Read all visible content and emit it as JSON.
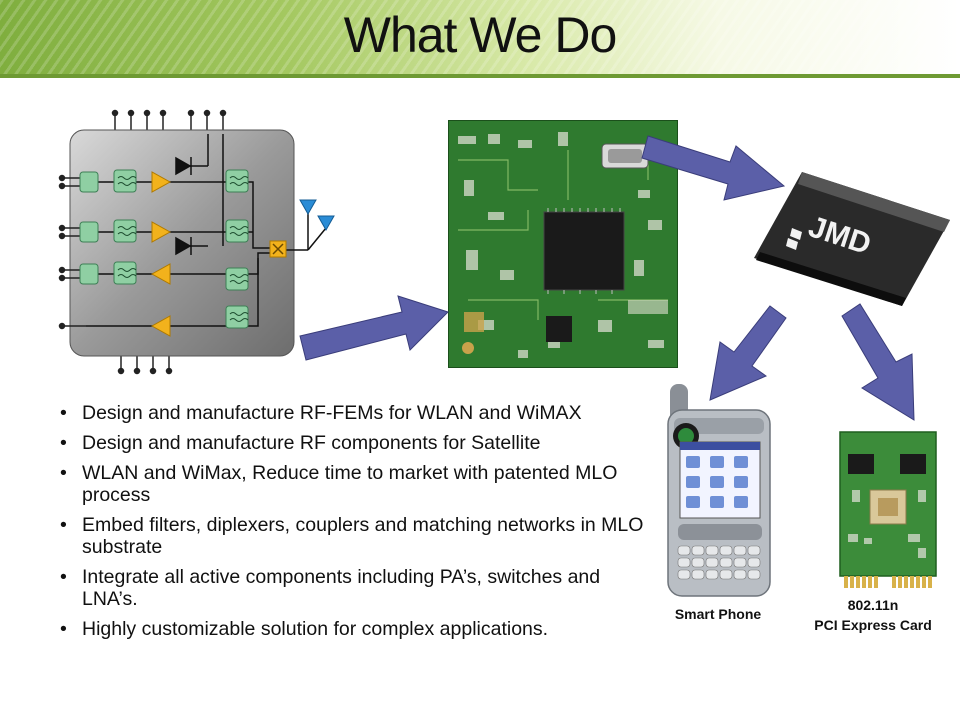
{
  "slide": {
    "title": "What We Do",
    "bullets": [
      "Design and manufacture RF-FEMs for WLAN and WiMAX",
      "Design and manufacture RF components for Satellite",
      "WLAN and WiMax, Reduce time to market with patented MLO process",
      "Embed filters, diplexers, couplers and matching networks in MLO substrate",
      "Integrate all active components including PA’s, switches and LNA’s.",
      "Highly customizable solution for complex applications."
    ]
  },
  "images": {
    "chip_logo": "JMD",
    "phone_caption": "Smart Phone",
    "card_caption_line1": "802.11n",
    "card_caption_line2": "PCI Express Card"
  },
  "colors": {
    "arrow": "#5b5fa8",
    "header_green": "#7fae3e",
    "pcb_green": "#2f7a2f"
  }
}
